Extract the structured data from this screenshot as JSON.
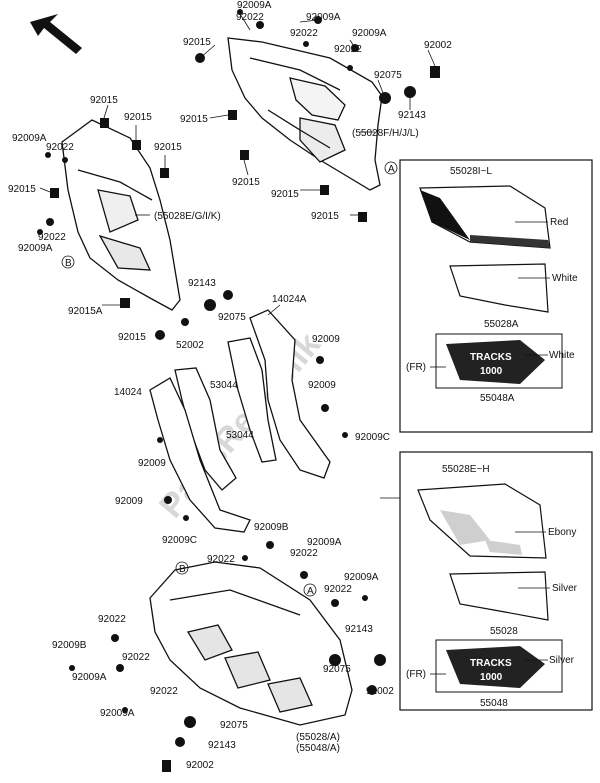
{
  "watermark": "PartsRepublik",
  "labels": {
    "p92009A_t1": "92009A",
    "p92022_t1": "92022",
    "p92009A_t2": "92009A",
    "p92022_t2": "92022",
    "p92009A_t3": "92009A",
    "p92022_t3": "92022",
    "p92002_t": "92002",
    "p92015_t1": "92015",
    "p92075_t": "92075",
    "p92143_t": "92143",
    "p92015_t2": "92015",
    "p55028FHJL": "(55028F/H/J/L)",
    "p92015_t3": "92015",
    "p92015_t4": "92015",
    "p92015_t5": "92015",
    "p92015_l1": "92015",
    "p92015_l2": "92015",
    "p92009A_l1": "92009A",
    "p92022_l1": "92022",
    "p92015_l3": "92015",
    "p92015_l4": "92015",
    "p55028EGIK": "(55028E/G/I/K)",
    "p92022_l2": "92022",
    "p92009A_l2": "92009A",
    "p92015A": "92015A",
    "p92015_l5": "92015",
    "p52002": "52002",
    "p92143_m": "92143",
    "p92075_m": "92075",
    "p14024A": "14024A",
    "p92009_m1": "92009",
    "p92009_m2": "92009",
    "p53044_a": "53044",
    "p53044_b": "53044",
    "p14024": "14024",
    "p92009C_a": "92009C",
    "p92009_m3": "92009",
    "p92009_m4": "92009",
    "p92009C_b": "92009C",
    "p92009B_a": "92009B",
    "p92022_b1": "92022",
    "p92022_b2": "92022",
    "p92009A_b1": "92009A",
    "p92009A_b2": "92009A",
    "p92022_b3": "92022",
    "p92022_b4": "92022",
    "p92143_b1": "92143",
    "p92075_b1": "92075",
    "p92002_b1": "92002",
    "p92009B_b": "92009B",
    "p92022_b5": "92022",
    "p92009A_b3": "92009A",
    "p92022_b6": "92022",
    "p92009A_b4": "92009A",
    "p92075_b2": "92075",
    "p92143_b2": "92143",
    "p92002_b2": "92002",
    "p55028A_bot": "(55028/A)",
    "p55048A_bot": "(55048/A)"
  },
  "callouts": {
    "A": "A",
    "B": "B"
  },
  "panel_top": {
    "header": "55028I~L",
    "color1": "Red",
    "color2": "White",
    "part1": "55028A",
    "fr": "(FR)",
    "color3": "White",
    "part2": "55048A",
    "emblem_top": "TRACKS",
    "emblem_num": "1000"
  },
  "panel_bottom": {
    "header": "55028E~H",
    "color1": "Ebony",
    "color2": "Silver",
    "part1": "55028",
    "fr": "(FR)",
    "color3": "Silver",
    "part2": "55048",
    "emblem_top": "TRACKS",
    "emblem_num": "1000"
  }
}
